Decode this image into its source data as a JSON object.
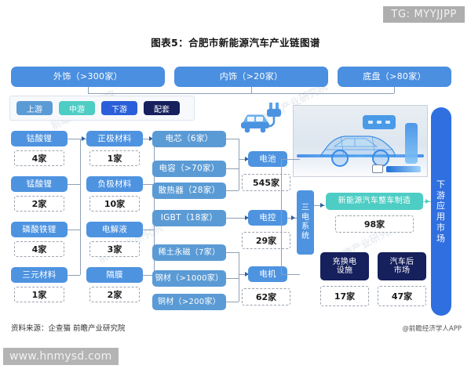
{
  "title": "图表5：合肥市新能源汽车产业链图谱",
  "tg_tag": "TG: MYYJJPP",
  "watermark": "www.hnmysd.com",
  "ghost_watermark": "前瞻产业研究院",
  "top_bars": [
    {
      "label": "外饰（>300家）"
    },
    {
      "label": "内饰（>20家）"
    },
    {
      "label": "底盘（>80家）"
    }
  ],
  "legend": [
    {
      "label": "上游",
      "color": "#5b9bd5"
    },
    {
      "label": "中游",
      "color": "#4ecdc4"
    },
    {
      "label": "下游",
      "color": "#2b5fd9"
    },
    {
      "label": "配套",
      "color": "#16205c"
    }
  ],
  "col1": [
    {
      "label": "钴酸锂",
      "count": "4家"
    },
    {
      "label": "锰酸锂",
      "count": "2家"
    },
    {
      "label": "磷酸铁锂",
      "count": "4家"
    },
    {
      "label": "三元材料",
      "count": "1家"
    }
  ],
  "col2": [
    {
      "label": "正极材料",
      "count": "1家"
    },
    {
      "label": "负极材料",
      "count": "10家"
    },
    {
      "label": "电解液",
      "count": "3家"
    },
    {
      "label": "隔膜",
      "count": "2家"
    }
  ],
  "col3": [
    {
      "label": "电芯（6家）"
    },
    {
      "label": "电容（>70家）"
    },
    {
      "label": "散热器（28家）"
    },
    {
      "label": "IGBT（18家）"
    },
    {
      "label": "稀土永磁（7家）"
    },
    {
      "label": "钢材（>1000家）"
    },
    {
      "label": "铜材（>200家）"
    }
  ],
  "col4": [
    {
      "label": "电池",
      "count": "545家"
    },
    {
      "label": "电控",
      "count": "29家"
    },
    {
      "label": "电机",
      "count": "62家"
    }
  ],
  "system_box": {
    "label": "三电系统"
  },
  "oem_box": {
    "label": "新能源汽车整车制造",
    "count": "98家"
  },
  "support_boxes": [
    {
      "label": "充换电设施",
      "count": "17家"
    },
    {
      "label": "汽车后市场",
      "count": "47家"
    }
  ],
  "right_bar": {
    "label": "下游应用市场"
  },
  "footer": {
    "source": "资料来源：企查猫 前瞻产业研究院",
    "credit": "@前瞻经济学人APP"
  },
  "colors": {
    "upstream": "#4e93e0",
    "midstream": "#4ecdc4",
    "downstream": "#2b5fd9",
    "support": "#16205c",
    "top_bar": "#4a8fe0",
    "right_bar": "#2f6fe0",
    "connector": "#8fa0b5"
  }
}
